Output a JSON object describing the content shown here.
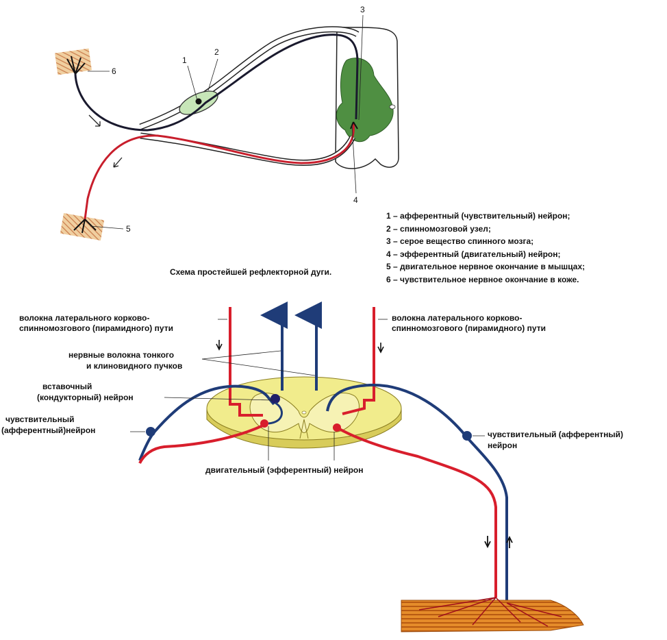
{
  "top_diagram": {
    "callouts": {
      "n1": "1",
      "n2": "2",
      "n3": "3",
      "n4": "4",
      "n5": "5",
      "n6": "6"
    },
    "legend": [
      "1 – афферентный (чувствительный) нейрон;",
      "2 – спинномозговой узел;",
      "3 – серое вещество спинного мозга;",
      "4 – эфферентный (двигательный) нейрон;",
      "5 – двигательное нервное окончание в мышцах;",
      "6 – чувствительное нервное окончание в коже."
    ],
    "caption": "Схема простейшей рефлекторной дуги."
  },
  "bottom_diagram": {
    "left_pyramidal": [
      "волокна латерального корково-",
      "спинномозгового (пирамидного) пути"
    ],
    "right_pyramidal": [
      "волокна латерального корково-",
      "спинномозгового (пирамидного) пути"
    ],
    "fasciculi": [
      "нервные волокна тонкого",
      "и клиновидного пучков"
    ],
    "interneuron": [
      "вставочный",
      "(кондукторный) нейрон"
    ],
    "left_sensory": [
      "чувствительный",
      "(афферентный)нейрон"
    ],
    "right_sensory": [
      "чувствительный (афферентный)",
      "нейрон"
    ],
    "motor": "двигательный (эфферентный) нейрон"
  },
  "colors": {
    "afferent": "#1f3c78",
    "efferent": "#d81e2c",
    "gray_matter": "#4f8f42",
    "cord_section": "#f1ec8c",
    "muscle": "#e08a28",
    "skin": "#e6c096"
  }
}
